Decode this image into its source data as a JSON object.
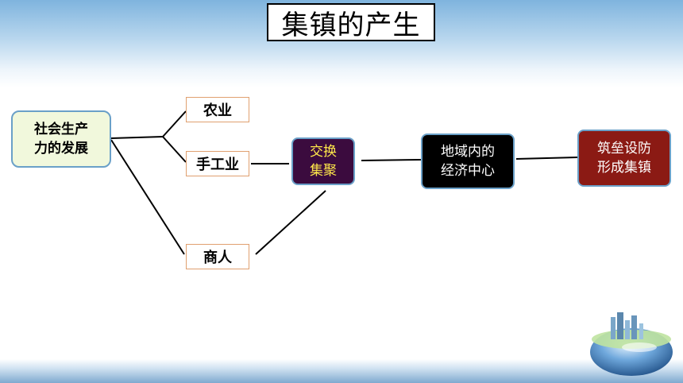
{
  "title": "集镇的产生",
  "nodes": {
    "productivity": "社会生产\n力的发展",
    "agriculture": "农业",
    "handicraft": "手工业",
    "merchants": "商人",
    "exchange": "交换\n集聚",
    "regional_center": "地域内的\n经济中心",
    "fortified_town": "筑垒设防\n形成集镇"
  },
  "colors": {
    "productivity_fill": "#f1f8dc",
    "exchange_fill": "#3b0b3e",
    "exchange_text": "#ffe84a",
    "regional_center_fill": "#000000",
    "fortified_town_fill": "#8b1a14",
    "node_border": "#6aa0c8",
    "small_box_border": "#e0a070"
  },
  "decoration": {
    "corner_graphic": "globe-with-city-icon"
  }
}
